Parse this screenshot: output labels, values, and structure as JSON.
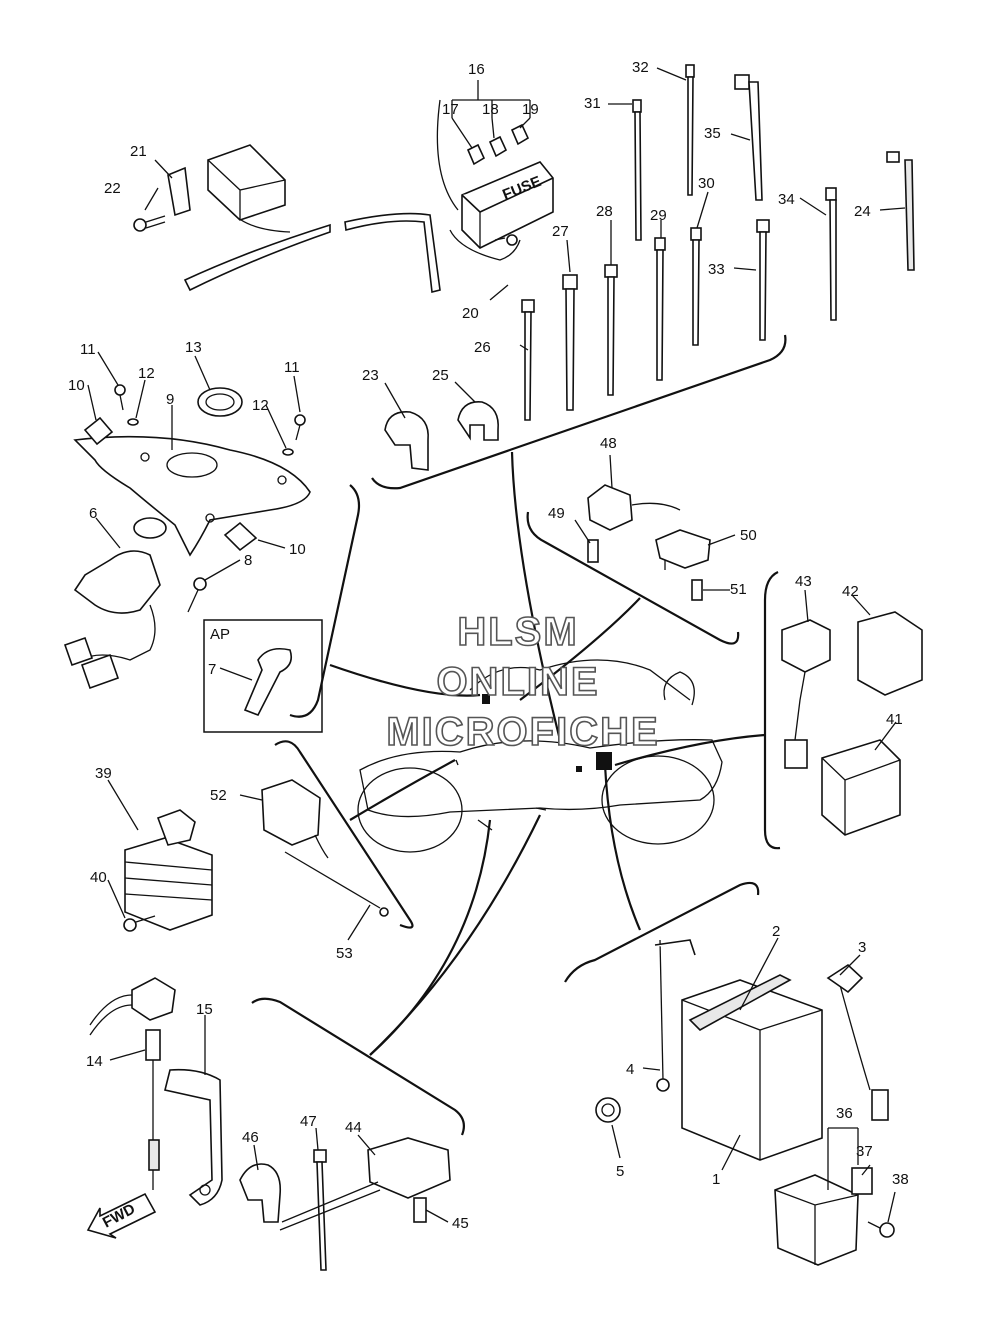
{
  "watermark": {
    "line1": "HLSM",
    "line2": "ONLINE",
    "line3": "MICROFICHE"
  },
  "fuse_box_text": "FUSE",
  "ap_box_label": "AP",
  "fwd_arrow_text": "FWD",
  "callouts": [
    "1",
    "2",
    "3",
    "4",
    "5",
    "6",
    "7",
    "8",
    "9",
    "10",
    "10",
    "11",
    "11",
    "12",
    "12",
    "13",
    "14",
    "15",
    "16",
    "17",
    "18",
    "19",
    "20",
    "21",
    "22",
    "23",
    "24",
    "25",
    "26",
    "27",
    "28",
    "29",
    "30",
    "31",
    "32",
    "33",
    "34",
    "35",
    "36",
    "37",
    "38",
    "39",
    "40",
    "41",
    "42",
    "43",
    "44",
    "45",
    "46",
    "47",
    "48",
    "49",
    "50",
    "51",
    "52",
    "53"
  ]
}
